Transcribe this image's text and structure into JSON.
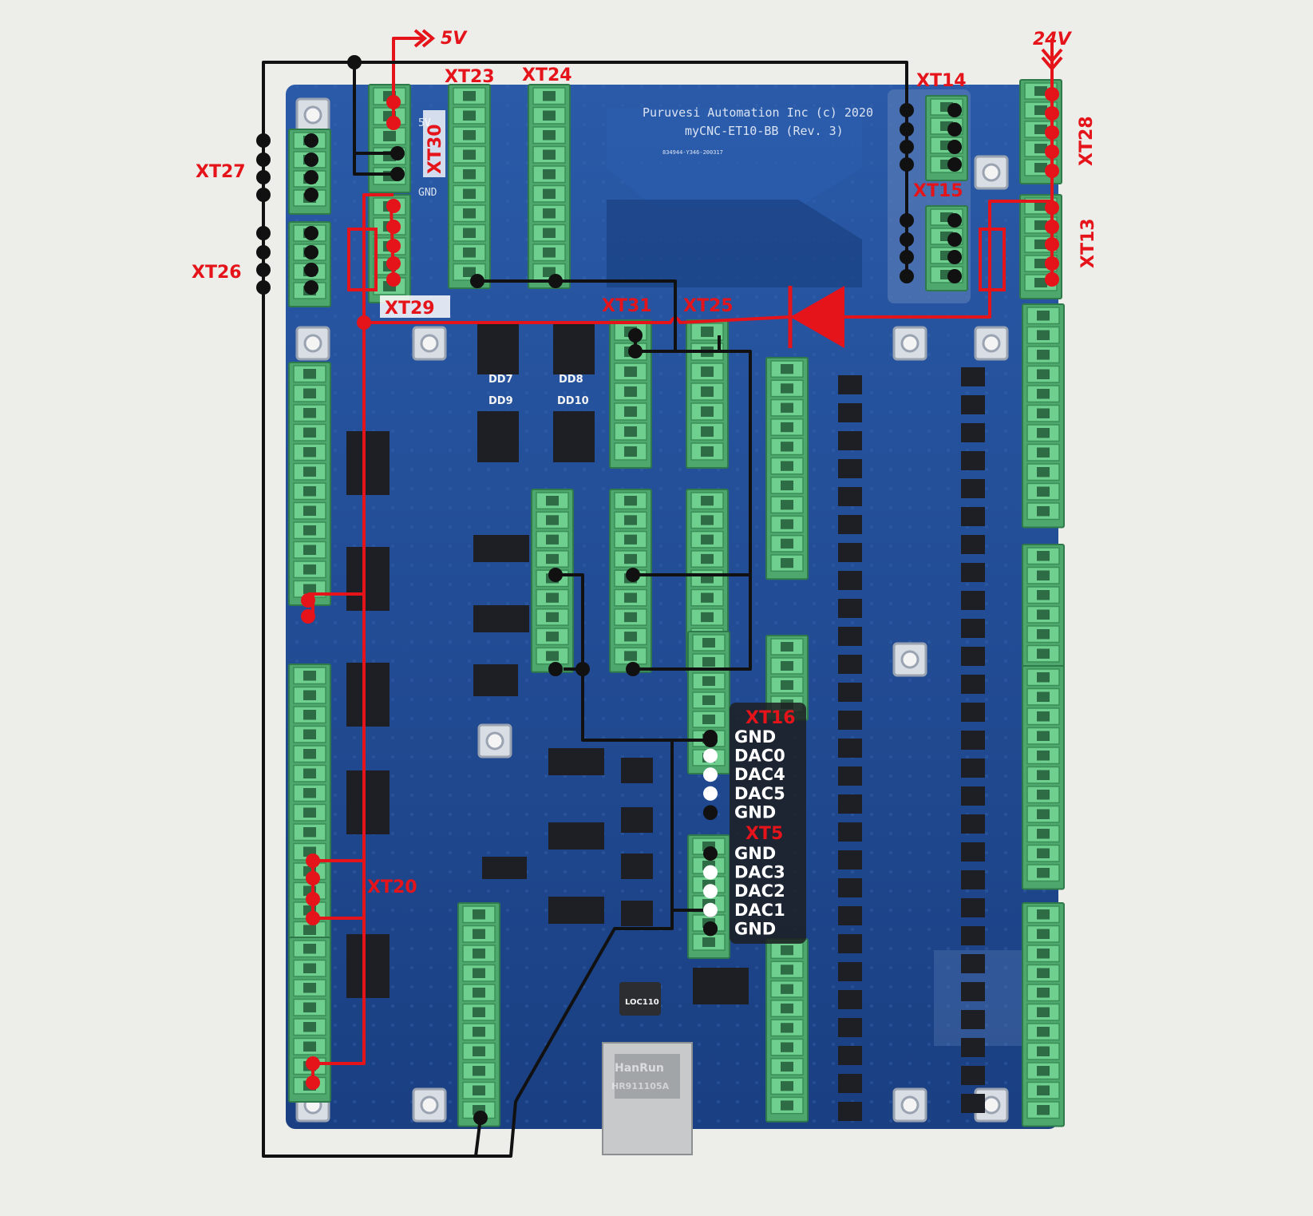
{
  "board": {
    "maker": "Puruvesi Automation Inc  (c) 2020",
    "model": "myCNC-ET10-BB (Rev. 3)",
    "serial": "834944-Y346-200317",
    "xt30_silk": [
      "5V",
      "GND"
    ],
    "ic_labels": [
      "DD7",
      "DD8",
      "DD9",
      "DD10"
    ],
    "rj45_brand": "HanRun",
    "rj45_model": "HR911105A",
    "optocoupler": "LOC110"
  },
  "power": {
    "v5": "5V",
    "v24": "24V"
  },
  "connectors": {
    "xt23": "XT23",
    "xt24": "XT24",
    "xt14": "XT14",
    "xt15": "XT15",
    "xt27": "XT27",
    "xt26": "XT26",
    "xt28": "XT28",
    "xt13": "XT13",
    "xt30": "XT30",
    "xt29": "XT29",
    "xt31": "XT31",
    "xt25": "XT25",
    "xt20": "XT20",
    "xt16": "XT16",
    "xt5": "XT5"
  },
  "xt16_pins": [
    "GND",
    "DAC0",
    "DAC4",
    "DAC5",
    "GND"
  ],
  "xt5_pins": [
    "GND",
    "DAC3",
    "DAC2",
    "DAC1",
    "GND"
  ],
  "colors": {
    "power_wire": "#e5131a",
    "gnd_wire": "#111111",
    "pcb": "#1f4b93",
    "terminal": "#5cbf7d"
  }
}
